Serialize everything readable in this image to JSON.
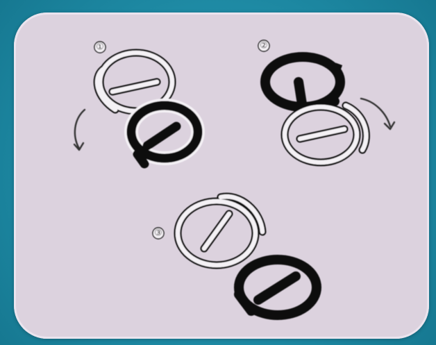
{
  "steps": [
    {
      "number": "①"
    },
    {
      "number": "②"
    },
    {
      "number": "③"
    }
  ],
  "colors": {
    "background": "#1f8fa6",
    "panel": "#dcd2de",
    "outline_ring": "#ffffff",
    "dark_ring": "#0b0b0b"
  },
  "icons": {
    "arrow": "curved-arrow-icon",
    "ring": "ring-icon"
  }
}
